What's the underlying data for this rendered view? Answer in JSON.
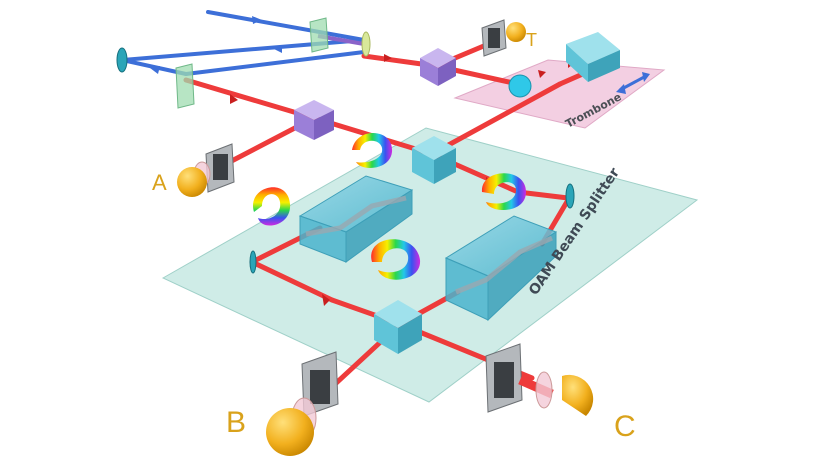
{
  "labels": {
    "trombone": "Trombone",
    "beam_splitter": "OAM Beam Splitter",
    "detector_a": "A",
    "detector_b": "B",
    "detector_c": "C",
    "detector_t": "T"
  },
  "colors": {
    "red_beam": "#ee3b3b",
    "blue_beam": "#3d6fd8",
    "purple_beam": "#8a63c9",
    "splitter_plate": "#bfe6df",
    "trombone_plate": "#f1c7dd",
    "cube": "#5fc4d8",
    "purple_cube": "#a98fd8",
    "detector_ball": "#f2b01e",
    "label_gold": "#d9a21b"
  }
}
